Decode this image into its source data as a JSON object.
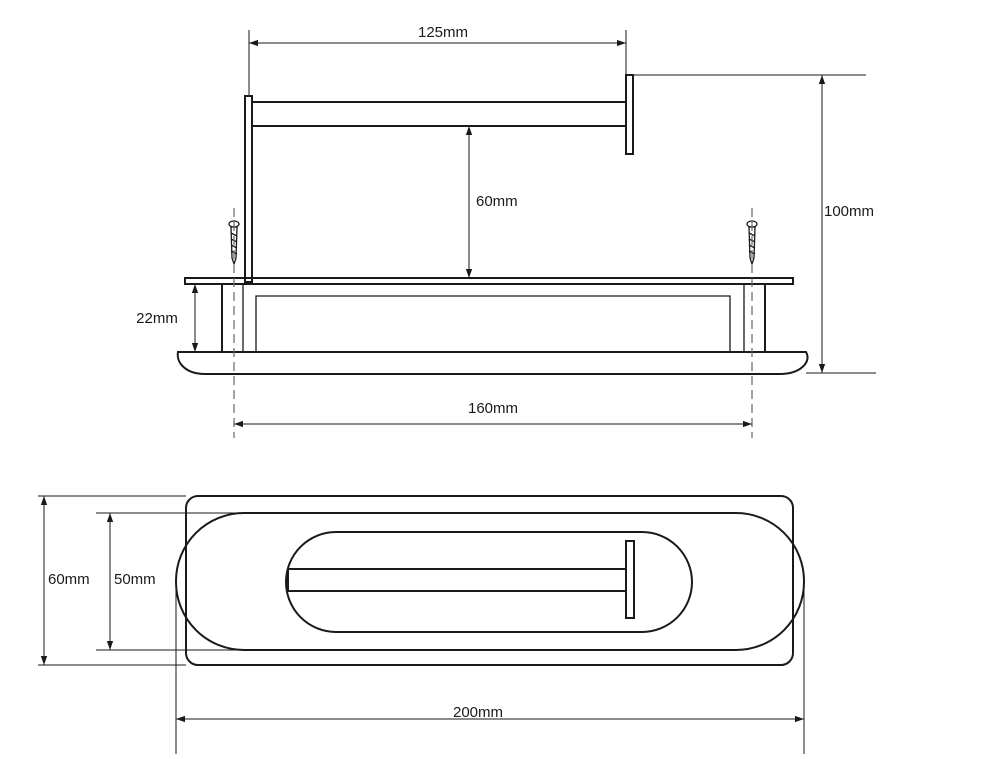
{
  "dimensions": {
    "arm_length": "125mm",
    "roll_gap": "60mm",
    "total_height": "100mm",
    "base_height": "22mm",
    "screw_spacing": "160mm",
    "outer_height": "60mm",
    "inner_height": "50mm",
    "total_width": "200mm"
  },
  "colors": {
    "line": "#1a1a1a",
    "centerline": "#666666",
    "background": "#ffffff"
  }
}
